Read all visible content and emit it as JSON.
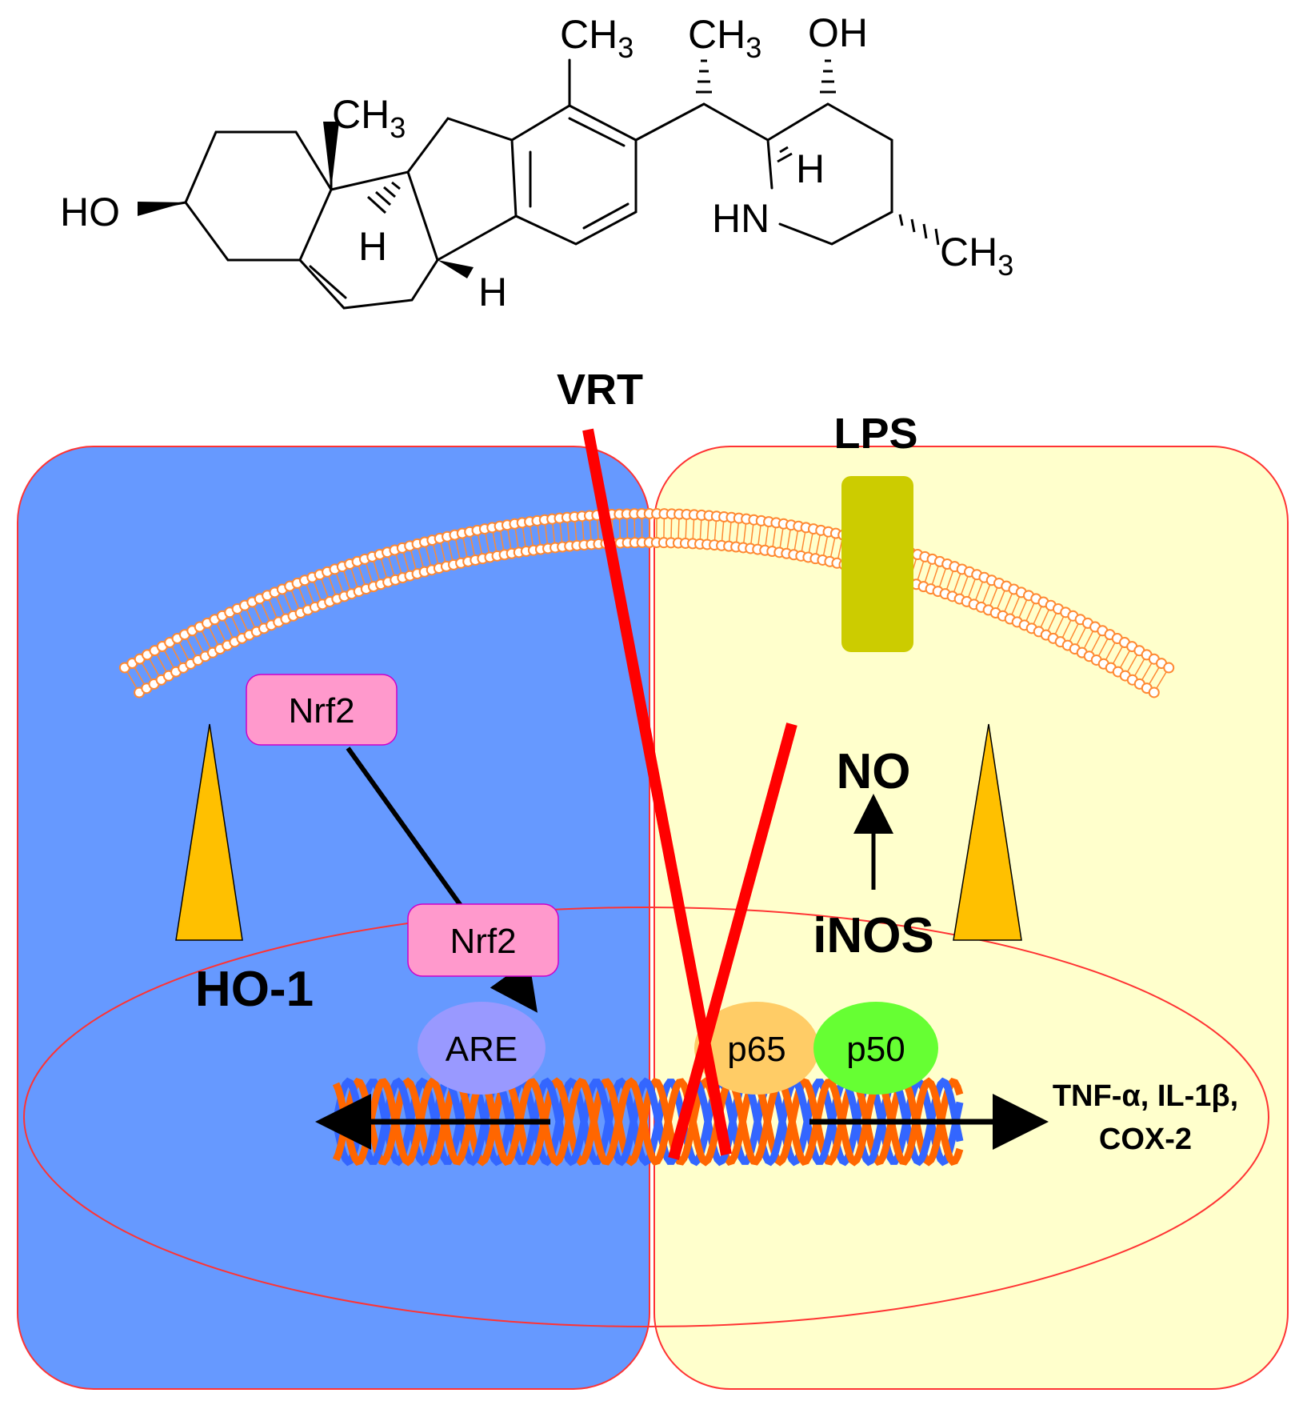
{
  "molecule": {
    "labels": {
      "ho_left": "HO",
      "ch3_angular": "CH",
      "ch3_aromatic": "CH",
      "ch3_side": "CH",
      "oh_ring": "OH",
      "h_ring_b": "H",
      "h_ring_c": "H",
      "h_piperidine": "H",
      "hn": "HN",
      "ch3_piperidine": "CH",
      "sub3": "3"
    }
  },
  "labels": {
    "vrt": "VRT",
    "lps": "LPS",
    "nrf2_cytoplasm": "Nrf2",
    "nrf2_nucleus": "Nrf2",
    "ho1": "HO-1",
    "are": "ARE",
    "no": "NO",
    "inos": "iNOS",
    "p65": "p65",
    "p50": "p50",
    "cytokines_line1": "TNF-α, IL-1β,",
    "cytokines_line2": "COX-2"
  },
  "colors": {
    "left_cell": "#6699ff",
    "right_cell": "#ffffcc",
    "cell_border": "#ff3333",
    "membrane": "#ff8a33",
    "receptor": "#cccc00",
    "nrf2": "#ff99cc",
    "are": "#9999ff",
    "p65": "#ffcc66",
    "p50": "#66ff33",
    "triangle": "#ffc000",
    "inhibition": "#ff0000",
    "dna_orange": "#ff6600",
    "dna_blue": "#3366ff"
  }
}
